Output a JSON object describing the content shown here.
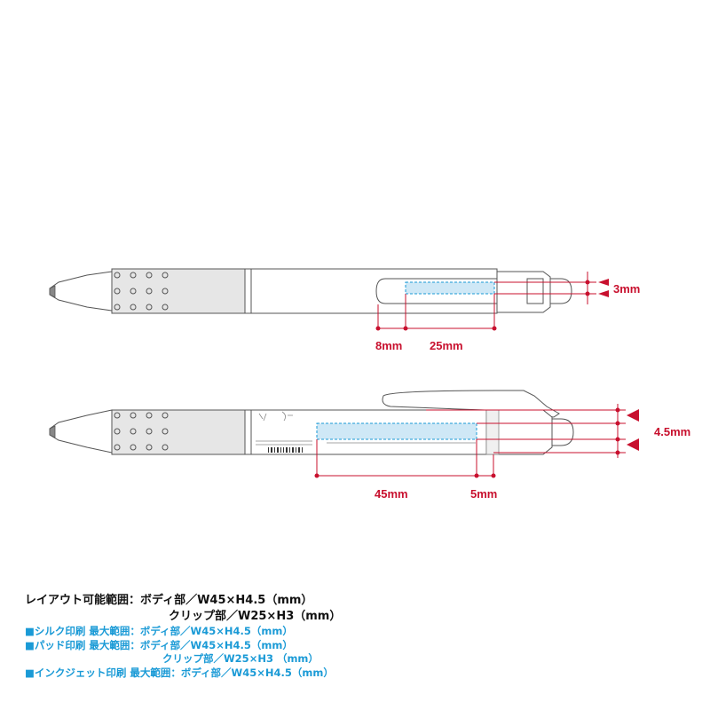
{
  "colors": {
    "dimension": "#c8102e",
    "print_area_fill": "#cfe8f6",
    "print_area_border": "#1a9ad6",
    "grip": "#e6e6e6",
    "outline": "#555555",
    "note_blue": "#1a9ad6",
    "note_black": "#111111"
  },
  "pen_top": {
    "labels": {
      "clip_height": "3mm",
      "offset": "8mm",
      "clip_width": "25mm"
    }
  },
  "pen_bottom": {
    "labels": {
      "body_height": "4.5mm",
      "body_width": "45mm",
      "offset": "5mm"
    }
  },
  "notes": {
    "layout": {
      "body": "レイアウト可能範囲：ボディ部／W45×H4.5（mm）",
      "clip": "クリップ部／W25×H3（mm）"
    },
    "silk": "■シルク印刷 最大範囲：ボディ部／W45×H4.5（mm）",
    "pad_body": "■パッド印刷 最大範囲：ボディ部／W45×H4.5（mm）",
    "pad_clip": "クリップ部／W25×H3 （mm）",
    "inkjet": "■インクジェット印刷 最大範囲：ボディ部／W45×H4.5（mm）"
  }
}
